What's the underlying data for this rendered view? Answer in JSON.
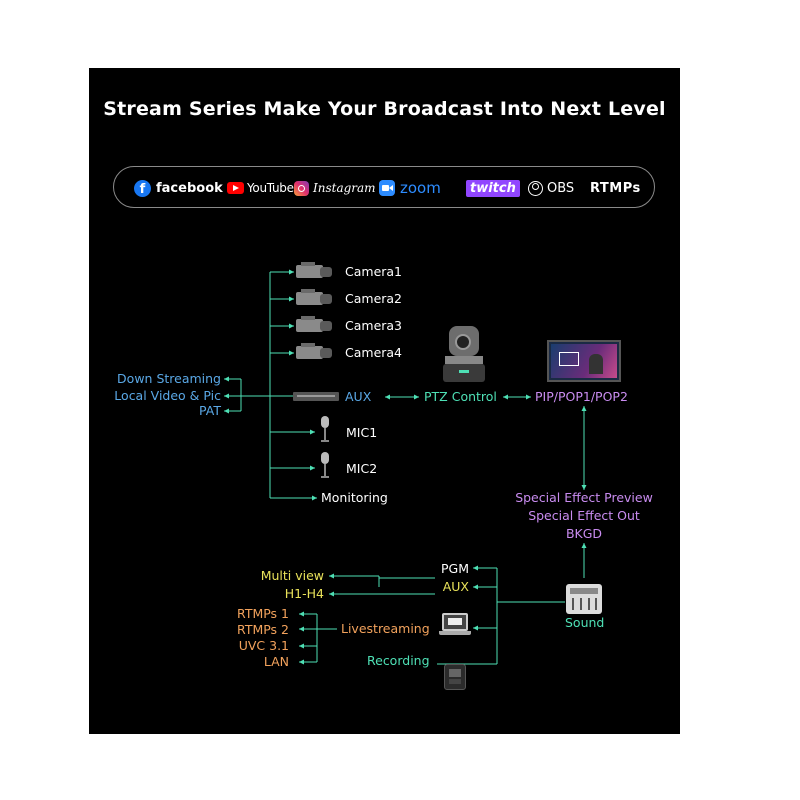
{
  "title": "Stream Series Make Your Broadcast Into Next Level",
  "platforms": [
    {
      "name": "facebook",
      "icon": "facebook-icon"
    },
    {
      "name": "YouTube",
      "icon": "youtube-icon"
    },
    {
      "name": "Instagram",
      "icon": "instagram-icon"
    },
    {
      "name": "zoom",
      "icon": "zoom-icon"
    },
    {
      "name": "twitch",
      "icon": "twitch-icon"
    },
    {
      "name": "OBS",
      "icon": "obs-icon"
    },
    {
      "name": "RTMPs",
      "icon": ""
    }
  ],
  "inputs": {
    "cameras": [
      "Camera1",
      "Camera2",
      "Camera3",
      "Camera4"
    ],
    "aux": "AUX",
    "mics": [
      "MIC1",
      "MIC2"
    ],
    "monitoring": "Monitoring",
    "left_labels": [
      "Down Streaming",
      "Local Video & Pic",
      "PAT"
    ]
  },
  "ptz_control": "PTZ Control",
  "pip": "PIP/POP1/POP2",
  "effects": [
    "Special Effect Preview",
    "Special Effect Out",
    "BKGD"
  ],
  "sound": "Sound",
  "outputs": {
    "pgm": "PGM",
    "aux": "AUX",
    "multiview": "Multi view",
    "h1h4": "H1-H4",
    "livestreaming": "Livestreaming",
    "stream_targets": [
      "RTMPs 1",
      "RTMPs 2",
      "UVC 3.1",
      "LAN"
    ],
    "recording": "Recording"
  },
  "colors": {
    "background": "#000000",
    "line": "#4ee0b5",
    "blue": "#5aa8e6",
    "purple": "#c98cf0",
    "yellow": "#e9e25a",
    "orange": "#f2a25c"
  }
}
